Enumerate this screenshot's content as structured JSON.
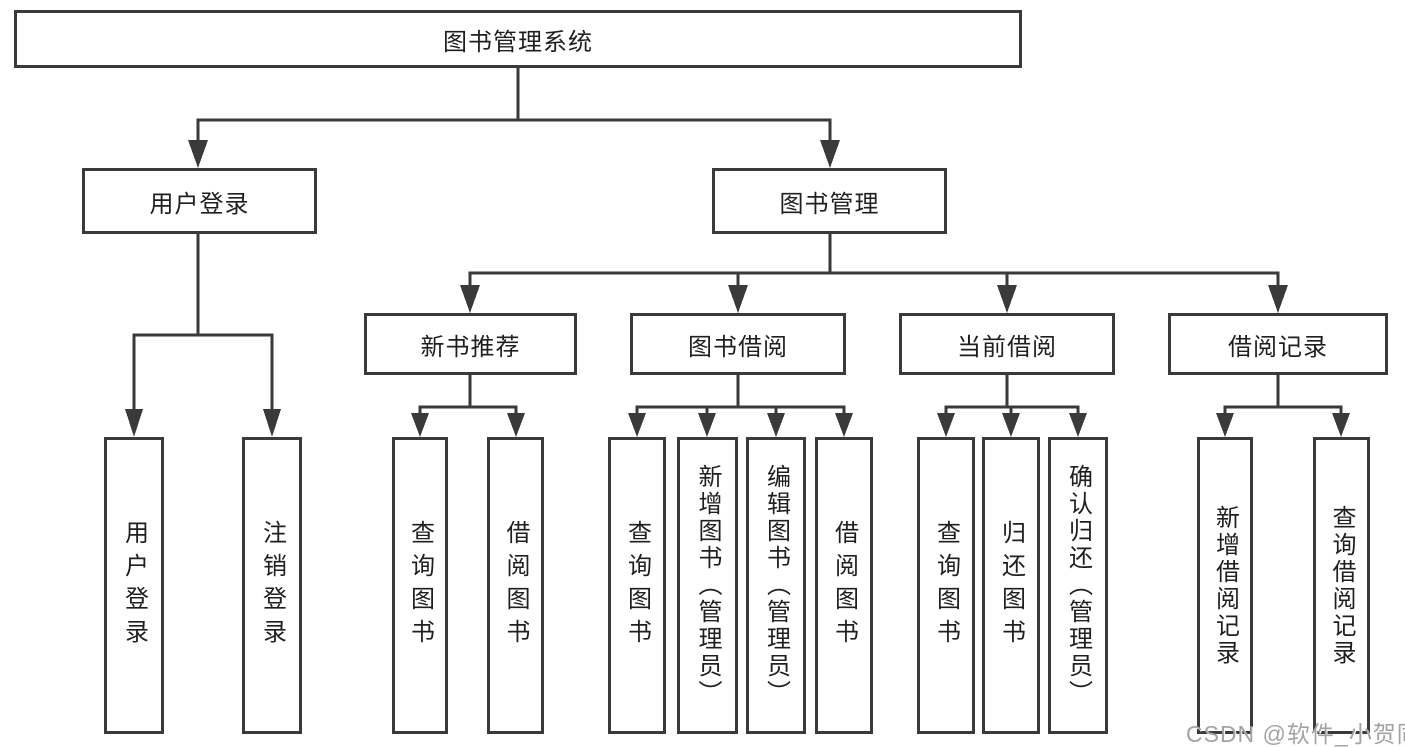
{
  "diagram": {
    "type": "tree",
    "title": "图书管理系统",
    "colors": {
      "line": "#3a3a3a",
      "text": "#1f1f1f",
      "background": "#ffffff",
      "watermark_gray": "#a3a3a3"
    },
    "watermark": "CSDN @软件_小贺同学",
    "nodes": {
      "root": {
        "label": "图书管理系统"
      },
      "user_login": {
        "label": "用户登录"
      },
      "book_management": {
        "label": "图书管理"
      },
      "new_book_recommend": {
        "label": "新书推荐"
      },
      "book_borrowing": {
        "label": "图书借阅"
      },
      "current_borrowing": {
        "label": "当前借阅"
      },
      "borrowing_records": {
        "label": "借阅记录"
      },
      "leaf_user_login": {
        "label": "用户登录"
      },
      "leaf_logout": {
        "label": "注销登录"
      },
      "leaf_query_books_1": {
        "label": "查询图书"
      },
      "leaf_borrow_books_1": {
        "label": "借阅图书"
      },
      "leaf_query_books_2": {
        "label": "查询图书"
      },
      "leaf_add_books_admin": {
        "label": "新增图书（管理员）"
      },
      "leaf_edit_books_admin": {
        "label": "编辑图书（管理员）"
      },
      "leaf_borrow_books_2": {
        "label": "借阅图书"
      },
      "leaf_query_books_3": {
        "label": "查询图书"
      },
      "leaf_return_books": {
        "label": "归还图书"
      },
      "leaf_confirm_return_admin": {
        "label": "确认归还（管理员）"
      },
      "leaf_add_borrow_record": {
        "label": "新增借阅记录"
      },
      "leaf_query_borrow_record": {
        "label": "查询借阅记录"
      }
    },
    "edges": [
      [
        "图书管理系统",
        "用户登录"
      ],
      [
        "图书管理系统",
        "图书管理"
      ],
      [
        "用户登录",
        "用户登录(叶)"
      ],
      [
        "用户登录",
        "注销登录"
      ],
      [
        "图书管理",
        "新书推荐"
      ],
      [
        "图书管理",
        "图书借阅"
      ],
      [
        "图书管理",
        "当前借阅"
      ],
      [
        "图书管理",
        "借阅记录"
      ],
      [
        "新书推荐",
        "查询图书"
      ],
      [
        "新书推荐",
        "借阅图书"
      ],
      [
        "图书借阅",
        "查询图书"
      ],
      [
        "图书借阅",
        "新增图书（管理员）"
      ],
      [
        "图书借阅",
        "编辑图书（管理员）"
      ],
      [
        "图书借阅",
        "借阅图书"
      ],
      [
        "当前借阅",
        "查询图书"
      ],
      [
        "当前借阅",
        "归还图书"
      ],
      [
        "当前借阅",
        "确认归还（管理员）"
      ],
      [
        "借阅记录",
        "新增借阅记录"
      ],
      [
        "借阅记录",
        "查询借阅记录"
      ]
    ]
  }
}
